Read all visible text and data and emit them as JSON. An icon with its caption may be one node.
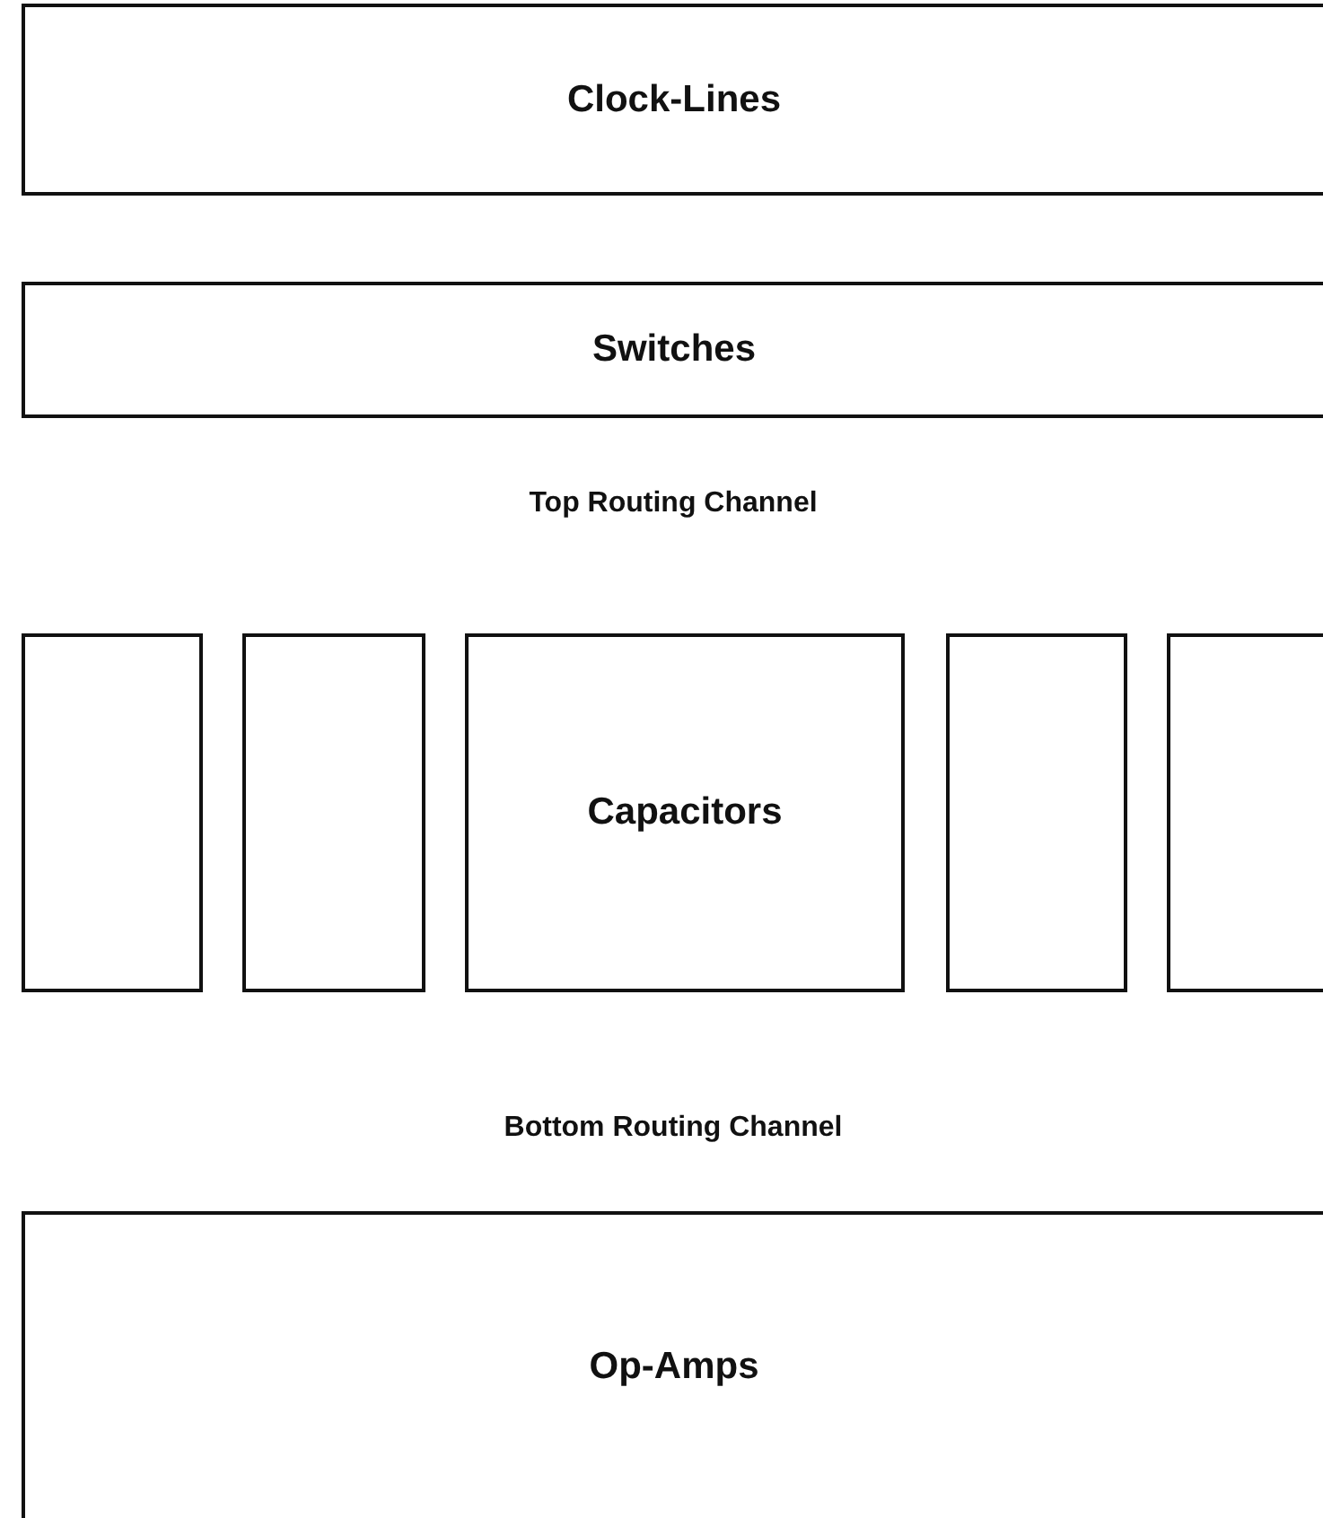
{
  "diagram": {
    "nodes": [
      {
        "text": [
          "Clock-Lines"
        ]
      },
      {
        "text": [
          "Switches"
        ]
      },
      {
        "text": [],
        "shape": "box"
      },
      {
        "text": [],
        "shape": "box"
      },
      {
        "text": [
          "Capacitors"
        ]
      },
      {
        "text": [],
        "shape": "box"
      },
      {
        "text": [],
        "shape": "box"
      },
      {
        "text": [
          "Op-Amps"
        ]
      }
    ],
    "labels": [
      "Top Routing Channel",
      "Bottom Routing Channel"
    ]
  }
}
